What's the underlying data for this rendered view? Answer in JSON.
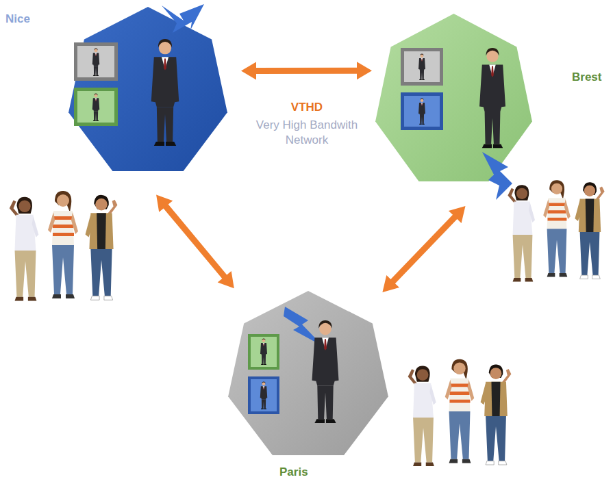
{
  "diagram": {
    "nodes": [
      {
        "text": [
          "Nice"
        ]
      },
      {
        "text": [
          "Brest"
        ]
      },
      {
        "text": [
          "Paris"
        ]
      }
    ],
    "edges": [
      {
        "from": 0,
        "to": 1,
        "arrow": "both"
      },
      {
        "from": 0,
        "to": 2,
        "arrow": "both"
      },
      {
        "from": 1,
        "to": 2,
        "arrow": "both"
      }
    ],
    "labels": [
      "VTHD",
      "Very High Bandwith Network"
    ]
  }
}
